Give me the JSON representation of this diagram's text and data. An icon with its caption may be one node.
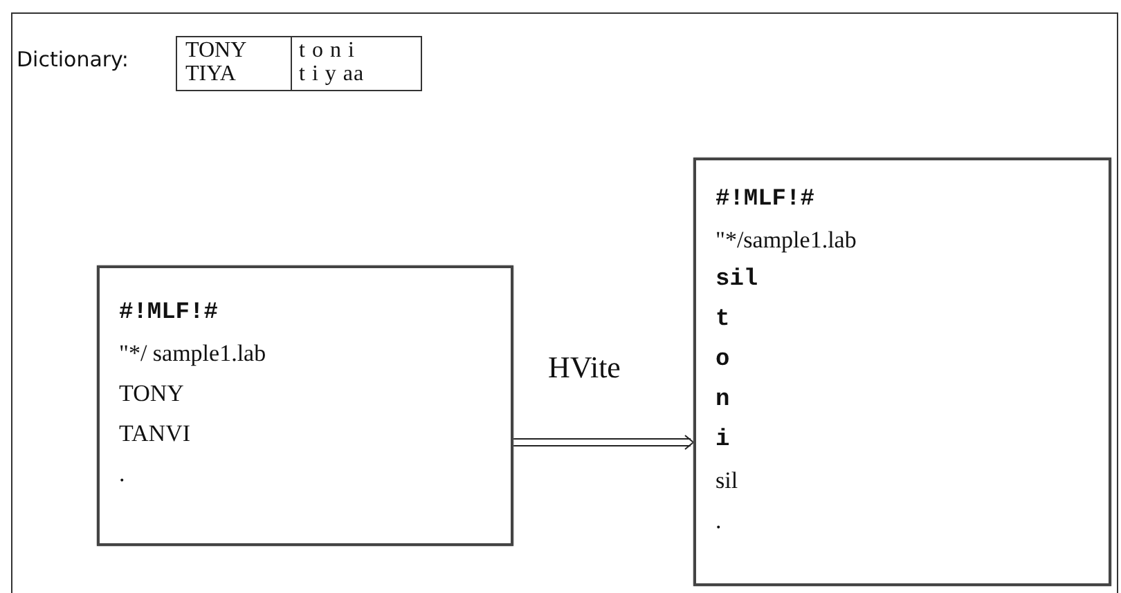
{
  "diagram": {
    "nodes": [
      {
        "text": [
          "#!MLF!#",
          "\"*/ sample1.lab",
          "TONY",
          "TANVI",
          "."
        ]
      },
      {
        "text": [
          "#!MLF!#",
          "\"*/sample1.lab",
          "sil",
          "t",
          "o",
          "n",
          "i",
          "sil",
          "."
        ]
      }
    ],
    "edges": [
      {
        "from": 0,
        "to": 1,
        "arrow": "to",
        "label": "HVite"
      }
    ],
    "labels": [
      "Dictionary:",
      "TONY",
      "t o n i",
      "TIYA",
      "t i y aa"
    ]
  }
}
